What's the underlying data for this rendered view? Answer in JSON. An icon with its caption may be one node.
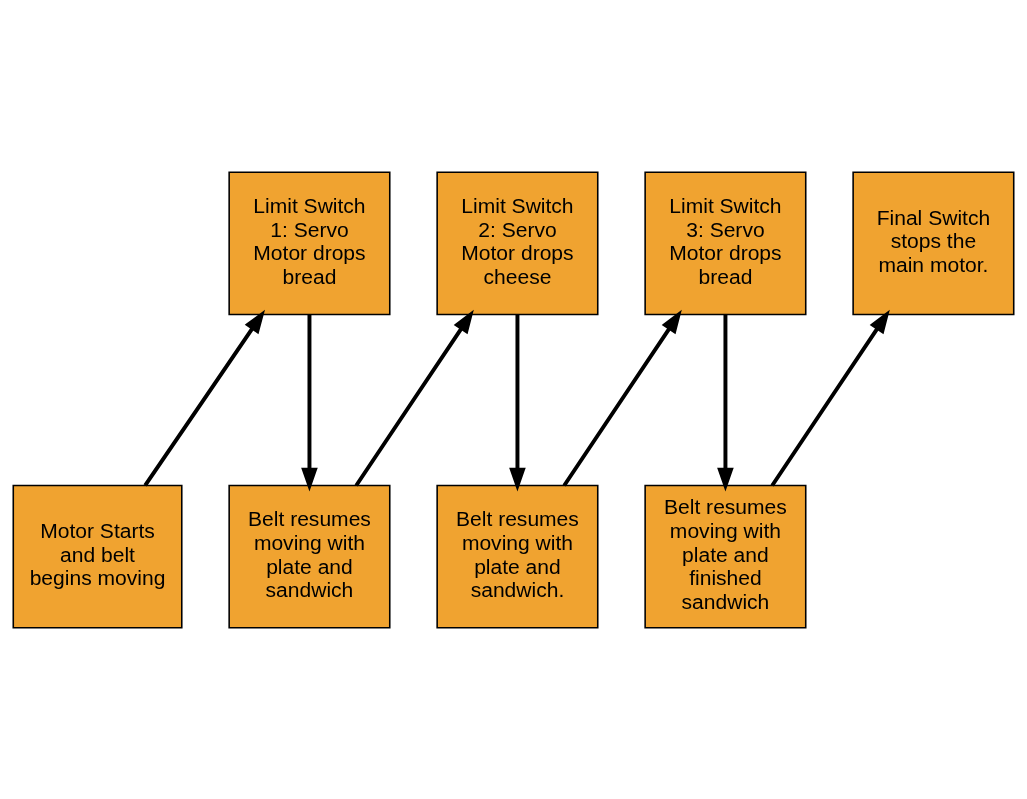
{
  "diagram": {
    "nodes": [
      {
        "text": [
          "Motor Starts and belt begins moving"
        ]
      },
      {
        "text": [
          "Limit Switch 1: Servo Motor drops bread"
        ]
      },
      {
        "text": [
          "Belt resumes moving with plate and sandwich"
        ]
      },
      {
        "text": [
          "Limit Switch 2: Servo Motor drops cheese"
        ]
      },
      {
        "text": [
          "Belt resumes moving with plate and sandwich."
        ]
      },
      {
        "text": [
          "Limit Switch 3: Servo Motor drops bread"
        ]
      },
      {
        "text": [
          "Belt resumes moving with plate and finished sandwich"
        ]
      },
      {
        "text": [
          "Final Switch stops the main motor."
        ]
      }
    ],
    "edges": [
      {
        "from": 0,
        "to": 1,
        "arrow": "to"
      },
      {
        "from": 1,
        "to": 2,
        "arrow": "to"
      },
      {
        "from": 2,
        "to": 3,
        "arrow": "to"
      },
      {
        "from": 3,
        "to": 4,
        "arrow": "to"
      },
      {
        "from": 4,
        "to": 5,
        "arrow": "to"
      },
      {
        "from": 5,
        "to": 6,
        "arrow": "to"
      },
      {
        "from": 6,
        "to": 7,
        "arrow": "to"
      }
    ]
  }
}
